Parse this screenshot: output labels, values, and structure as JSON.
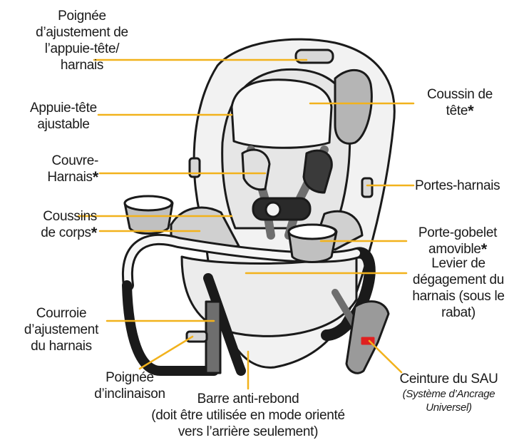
{
  "colors": {
    "leader": "#f2b21c",
    "outline": "#1a1a1a",
    "fill_light": "#f2f2f2",
    "fill_mid": "#b5b5b5",
    "fill_dark": "#6e6e6e",
    "accent_red": "#e02020"
  },
  "labels": {
    "poignee_ajustement": [
      "Poignée",
      "d’ajustement de",
      "l’appuie-tête/",
      "harnais"
    ],
    "appuie_tete": [
      "Appuie-tête",
      "ajustable"
    ],
    "couvre_harnais": [
      "Couvre-",
      "Harnais"
    ],
    "coussins_corps": [
      "Coussins",
      "de corps"
    ],
    "courroie": [
      "Courroie",
      "d’ajustement",
      "du harnais"
    ],
    "poignee_inclinaison": [
      "Poignée",
      "d’inclinaison"
    ],
    "barre": [
      "Barre anti-rebond",
      "(doit être utilisée en mode orienté",
      "vers l’arrière seulement)"
    ],
    "coussin_tete": [
      "Coussin de",
      "tête"
    ],
    "portes_harnais": "Portes-harnais",
    "porte_gobelet": [
      "Porte-gobelet",
      "amovible"
    ],
    "levier": [
      "Levier de",
      "dégagement du",
      "harnais (sous le",
      "rabat)"
    ],
    "ceinture_sau": "Ceinture du SAU",
    "ceinture_sau_note": [
      "(Système d’Ancrage",
      "Universel)"
    ],
    "asterisk": "*"
  }
}
